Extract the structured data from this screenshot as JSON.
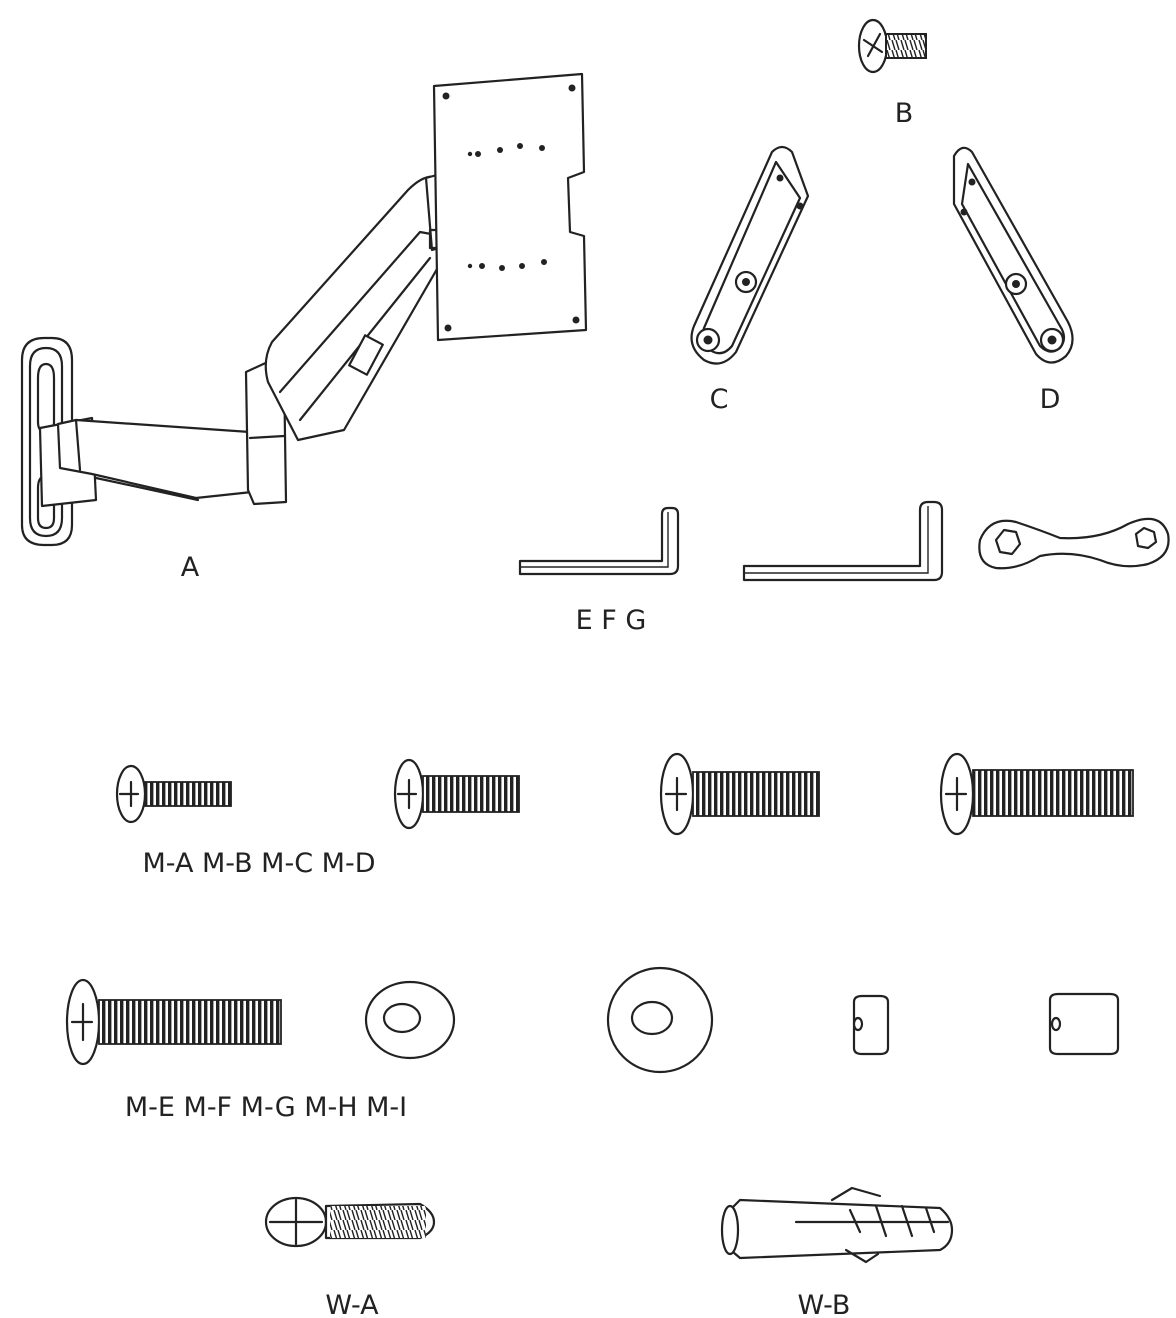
{
  "labels": {
    "a": "A",
    "b": "B",
    "c": "C",
    "d": "D",
    "efg": "E F G",
    "ma_md": "M-A M-B M-C M-D",
    "me_mi": "M-E M-F M-G M-H M-I",
    "wa": "W-A",
    "wb": "W-B"
  },
  "colors": {
    "ink": "#222222",
    "paper": "#ffffff"
  },
  "icons": {
    "a": "wall-mount-arm-icon",
    "b": "flat-head-screw-icon",
    "c": "left-bracket-icon",
    "d": "right-bracket-icon",
    "e": "small-allen-key-icon",
    "f": "large-allen-key-icon",
    "g": "spanner-icon"
  }
}
